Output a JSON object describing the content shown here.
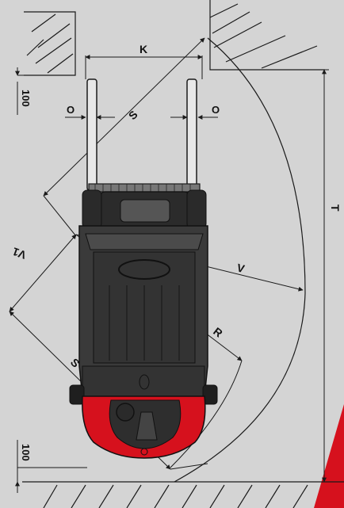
{
  "labels": {
    "k": "K",
    "o_left": "O",
    "o_right": "O",
    "s_upper": "S",
    "s_lower": "S",
    "v": "V",
    "v1": "V1",
    "r": "R",
    "t": "T",
    "dim_100_top": "100",
    "dim_100_bottom": "100"
  },
  "colors": {
    "background": "#d4d4d4",
    "line": "#1a1a1a",
    "chassis": "#3a3a3a",
    "counterweight": "#d6111d",
    "accent_stripe": "#d6111d"
  }
}
